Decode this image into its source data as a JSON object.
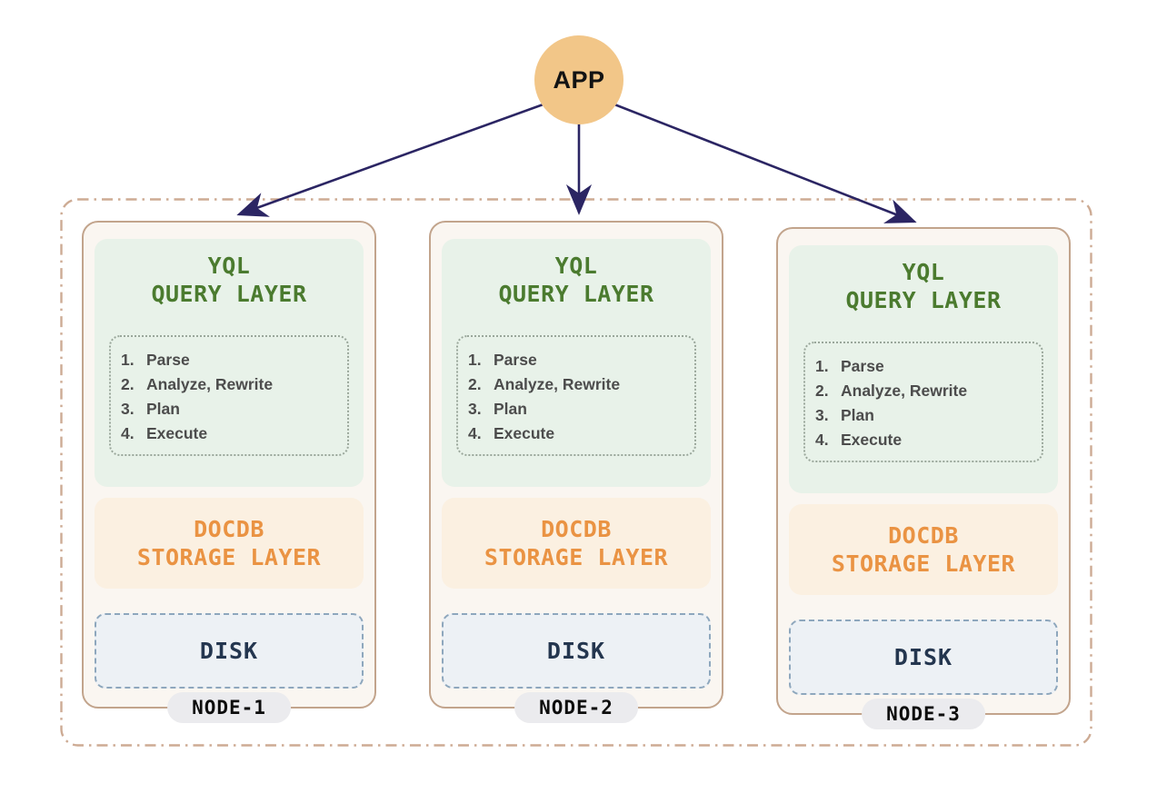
{
  "diagram": {
    "app": {
      "label": "APP"
    },
    "edges": [
      {
        "from": "APP",
        "to": "NODE-1"
      },
      {
        "from": "APP",
        "to": "NODE-2"
      },
      {
        "from": "APP",
        "to": "NODE-3"
      }
    ],
    "cluster": {
      "nodes": [
        {
          "name": "NODE-1"
        },
        {
          "name": "NODE-2"
        },
        {
          "name": "NODE-3"
        }
      ],
      "node_content": {
        "query_layer": {
          "title_line1": "YQL",
          "title_line2": "QUERY LAYER",
          "steps": [
            {
              "num": "1.",
              "label": "Parse"
            },
            {
              "num": "2.",
              "label": "Analyze, Rewrite"
            },
            {
              "num": "3.",
              "label": "Plan"
            },
            {
              "num": "4.",
              "label": "Execute"
            }
          ]
        },
        "storage_layer": {
          "title_line1": "DOCDB",
          "title_line2": "STORAGE LAYER"
        },
        "disk": {
          "label": "DISK"
        }
      }
    },
    "colors": {
      "app_circle_bg": "#f2c688",
      "arrow_color": "#2b2563",
      "cluster_border": "#cdab94",
      "card_border": "#c2a48c",
      "card_bg": "#faf6f1",
      "query_bg": "#e8f2e9",
      "query_title": "#4b7b2f",
      "steps_border": "#9aa79b",
      "steps_text": "#4c4c4c",
      "storage_bg": "#fbf0e1",
      "storage_title": "#ea9343",
      "disk_bg": "#edf1f5",
      "disk_border": "#8ea7bd",
      "disk_text": "#24364f",
      "pill_bg": "#ebebee",
      "pill_text": "#0d0d0d"
    }
  }
}
